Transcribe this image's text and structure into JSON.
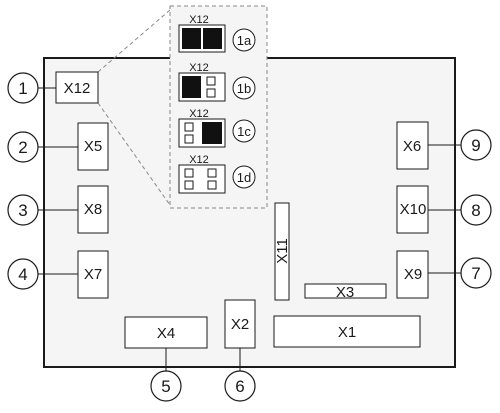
{
  "connectors": {
    "x12": "X12",
    "x5": "X5",
    "x8": "X8",
    "x7": "X7",
    "x4": "X4",
    "x2": "X2",
    "x11": "X11",
    "x3": "X3",
    "x1": "X1",
    "x6": "X6",
    "x10": "X10",
    "x9": "X9"
  },
  "callouts": [
    "1",
    "2",
    "3",
    "4",
    "5",
    "6",
    "7",
    "8",
    "9"
  ],
  "jumper_settings": [
    {
      "label": "X12",
      "callout": "1a"
    },
    {
      "label": "X12",
      "callout": "1b"
    },
    {
      "label": "X12",
      "callout": "1c"
    },
    {
      "label": "X12",
      "callout": "1d"
    }
  ],
  "colors": {
    "board_fill": "#f5f5f5",
    "component_fill": "#ffffff",
    "stroke": "#1a1a1a",
    "filled_pin": "#111111",
    "detail_border": "#888888"
  }
}
